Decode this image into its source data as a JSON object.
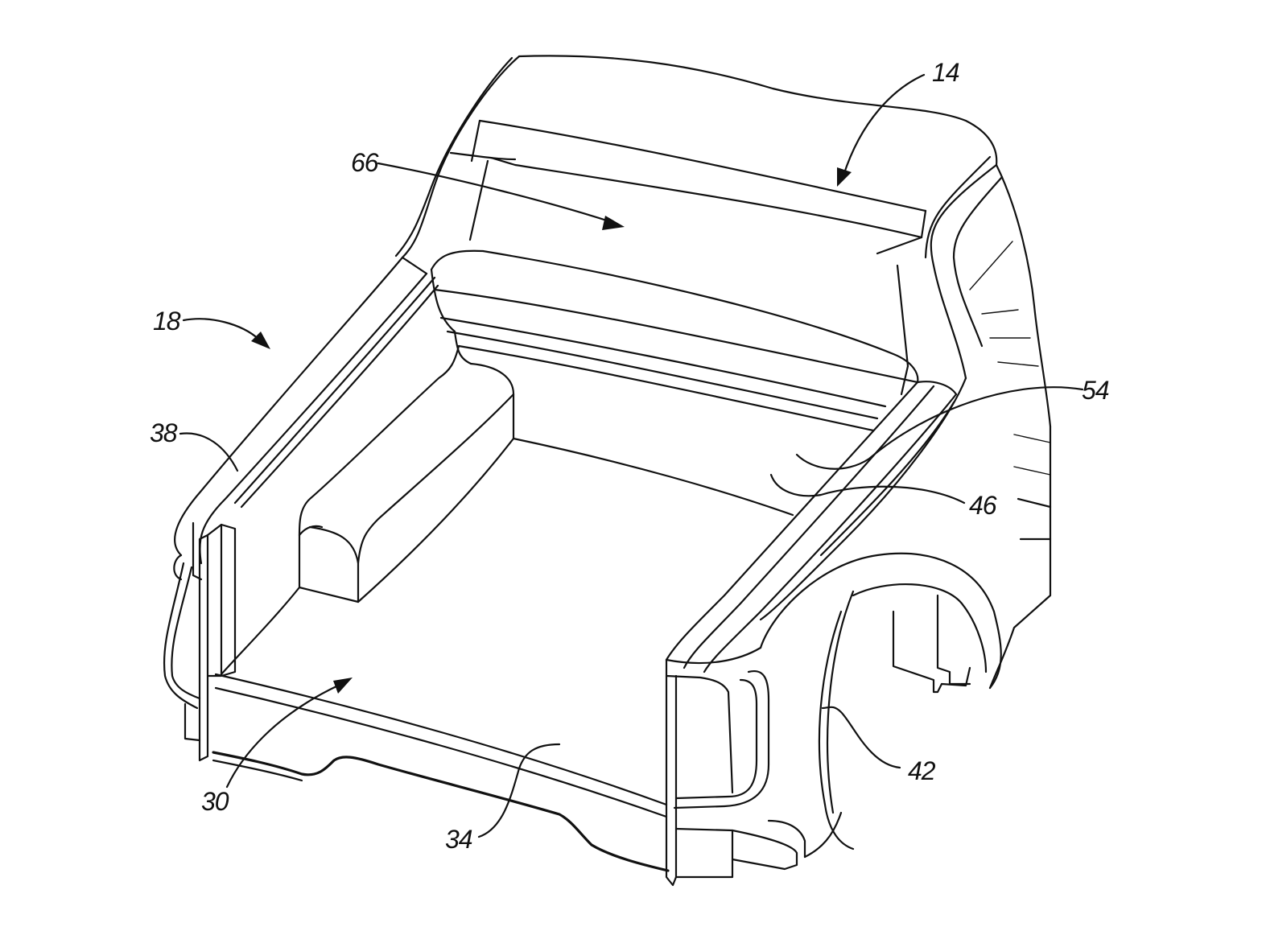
{
  "labels": {
    "vehicle": "14",
    "bed_assembly": "18",
    "bed_floor": "30",
    "bed_floor_surface": "34",
    "side_rail": "38",
    "wheel_housing": "42",
    "front_wall": "46",
    "front_rail": "54",
    "cab_rear": "66"
  },
  "colors": {
    "line": "#111111",
    "background": "#ffffff"
  }
}
